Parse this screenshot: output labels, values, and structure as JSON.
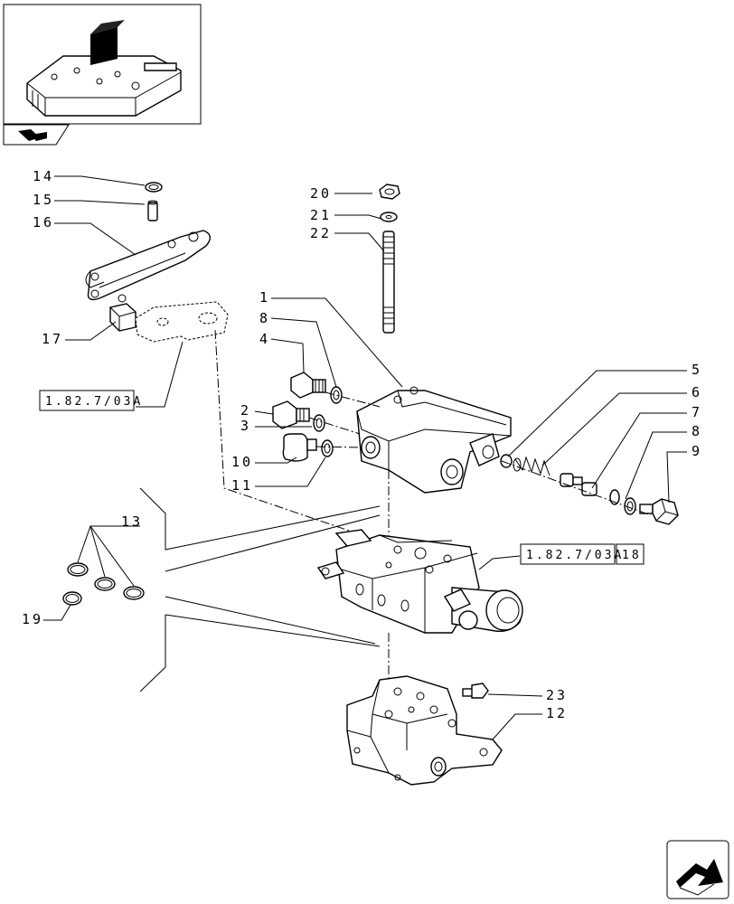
{
  "callouts": {
    "c1": "1",
    "c2": "2",
    "c3": "3",
    "c4": "4",
    "c5": "5",
    "c6": "6",
    "c7": "7",
    "c8a": "8",
    "c8b": "8",
    "c9": "9",
    "c10": "10",
    "c11": "11",
    "c12": "12",
    "c13": "13",
    "c14": "14",
    "c15": "15",
    "c16": "16",
    "c17": "17",
    "c18": "18",
    "c19": "19",
    "c20": "20",
    "c21": "21",
    "c22": "22",
    "c23": "23"
  },
  "references": {
    "ref_left": "1.82.7/03A",
    "ref_right": "1.82.7/03A"
  },
  "icons": {
    "thumbnail": "tractor-hydraulic-lift-thumbnail",
    "section_badge": "tractor-section-icon",
    "nav": "next-page-arrow-icon"
  }
}
